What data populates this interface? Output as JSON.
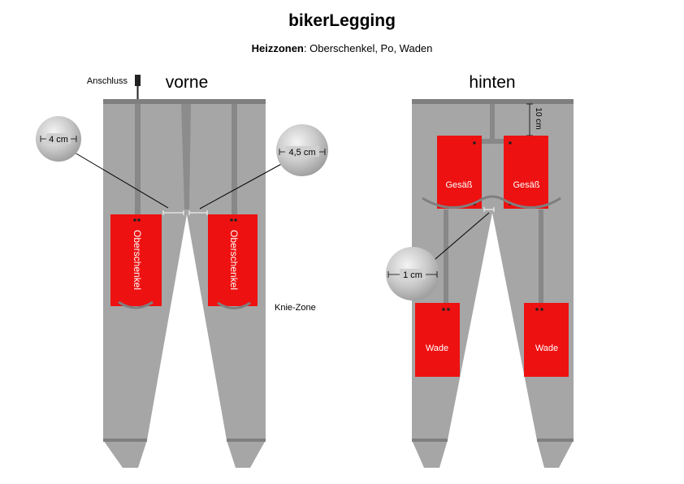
{
  "title": "bikerLegging",
  "subtitle": {
    "label": "Heizzonen",
    "separator": ": ",
    "text": "Oberschenkel, Po, Waden"
  },
  "front": {
    "title": "vorne",
    "connector_label": "Anschluss",
    "zone_label": "Oberschenkel",
    "knee_label": "Knie-Zone",
    "dim_left": "4 cm",
    "dim_right": "4,5 cm"
  },
  "back": {
    "title": "hinten",
    "waist_dim": "10 cm",
    "seat_label": "Gesäß",
    "calf_label": "Wade",
    "dim_gap": "1 cm"
  },
  "colors": {
    "garment": "#a6a6a6",
    "waistband": "#7f7f7f",
    "seam": "#8c8c8c",
    "heater": "#ee1111",
    "bubble": "#c8c8c8"
  }
}
